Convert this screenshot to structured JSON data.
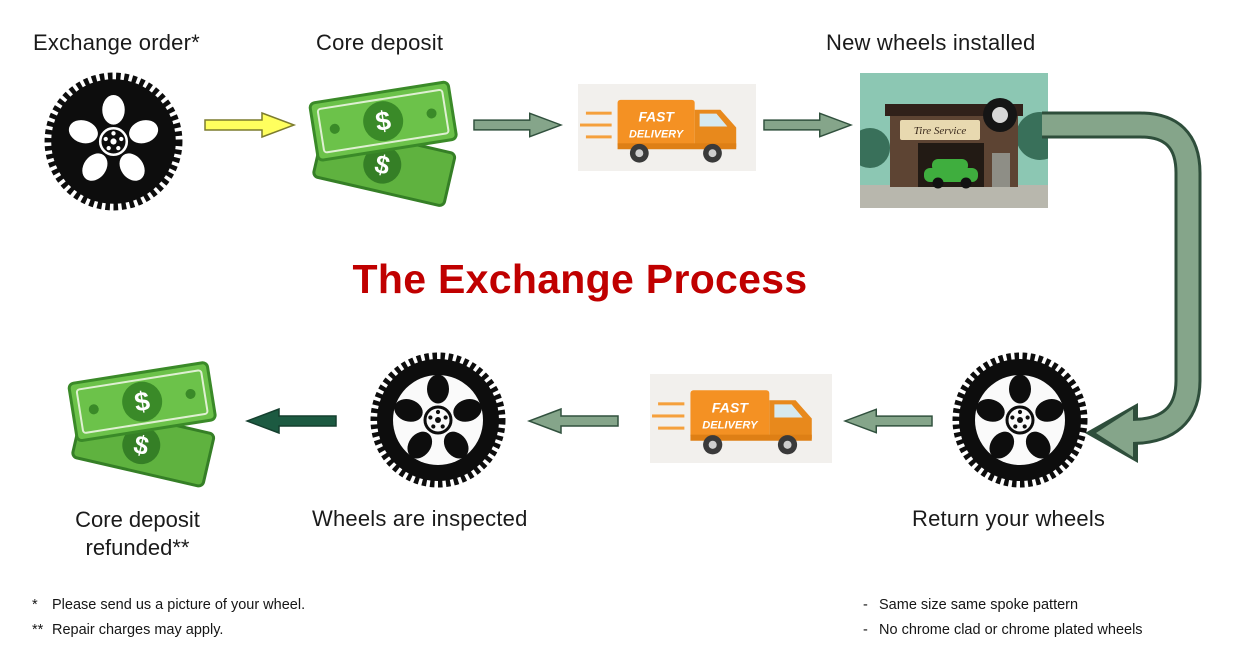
{
  "title": {
    "text": "The Exchange Process",
    "color": "#C00000"
  },
  "steps": {
    "exchange_order": "Exchange order*",
    "core_deposit": "Core deposit",
    "new_wheels_installed": "New wheels installed",
    "return_your_wheels": "Return your wheels",
    "wheels_inspected": "Wheels are inspected",
    "core_deposit_refunded": "Core deposit refunded**"
  },
  "truck": {
    "line1": "FAST",
    "line2": "DELIVERY"
  },
  "tire_service_sign": "Tire Service",
  "money_symbol": "$",
  "footnotes": {
    "left": [
      {
        "marker": "*",
        "text": "Please send us a picture of your wheel."
      },
      {
        "marker": "**",
        "text": "Repair charges may apply."
      }
    ],
    "right": [
      {
        "marker": "-",
        "text": "Same size same spoke pattern"
      },
      {
        "marker": "-",
        "text": "No chrome clad or chrome plated wheels"
      }
    ]
  },
  "colors": {
    "title_red": "#C00000",
    "arrow_yellow": "#FFFF5E",
    "arrow_green": "#85A58A",
    "arrow_dark_green": "#1C5A41",
    "money_green": "#6CC24A",
    "truck_orange": "#F49123"
  }
}
